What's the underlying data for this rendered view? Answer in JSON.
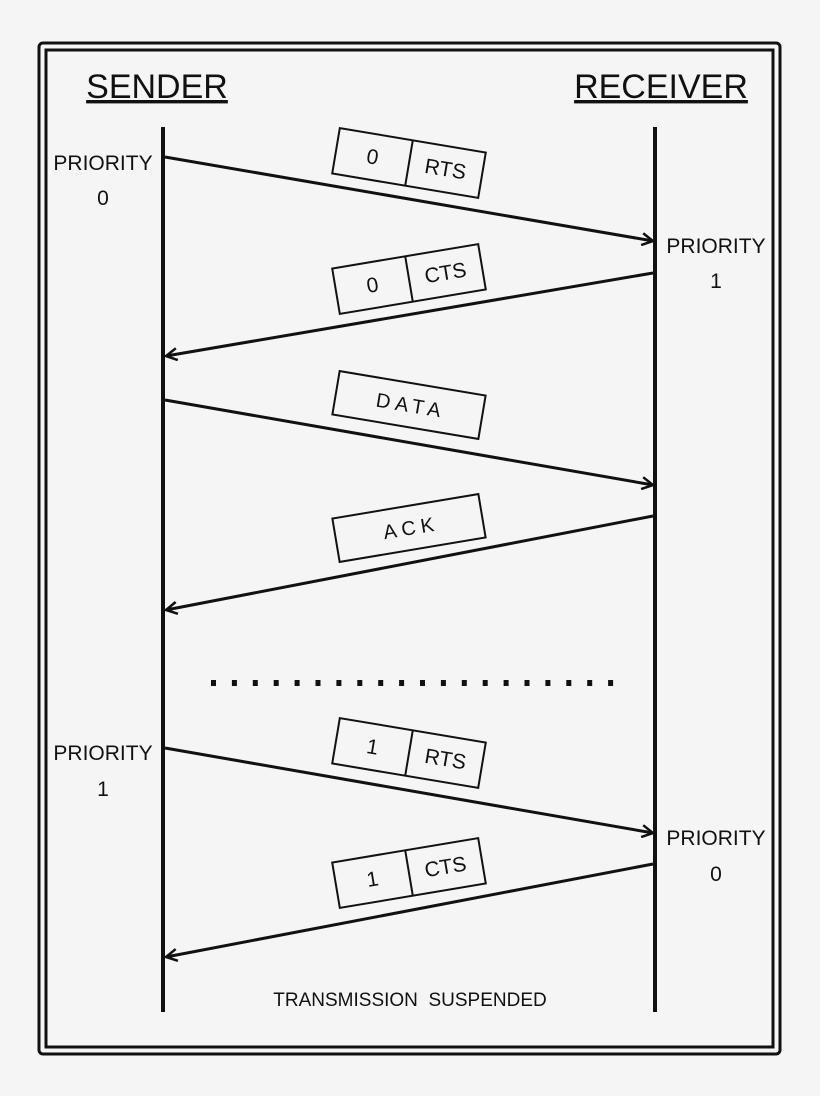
{
  "headers": {
    "sender": "SENDER",
    "receiver": "RECEIVER"
  },
  "priorities": {
    "sender_first": {
      "label": "PRIORITY",
      "value": "0"
    },
    "receiver_first": {
      "label": "PRIORITY",
      "value": "1"
    },
    "sender_second": {
      "label": "PRIORITY",
      "value": "1"
    },
    "receiver_second": {
      "label": "PRIORITY",
      "value": "0"
    }
  },
  "messages": [
    {
      "id": "rts-1",
      "direction": "sender-to-receiver",
      "priority": "0",
      "type": "RTS"
    },
    {
      "id": "cts-1",
      "direction": "receiver-to-sender",
      "priority": "0",
      "type": "CTS"
    },
    {
      "id": "data-1",
      "direction": "sender-to-receiver",
      "text": "DATA"
    },
    {
      "id": "ack-1",
      "direction": "receiver-to-sender",
      "text": "ACK"
    },
    {
      "id": "rts-2",
      "direction": "sender-to-receiver",
      "priority": "1",
      "type": "RTS"
    },
    {
      "id": "cts-2",
      "direction": "receiver-to-sender",
      "priority": "1",
      "type": "CTS"
    }
  ],
  "footer": "TRANSMISSION  SUSPENDED",
  "colors": {
    "background": "#f5f5f5",
    "ink": "#111111"
  }
}
